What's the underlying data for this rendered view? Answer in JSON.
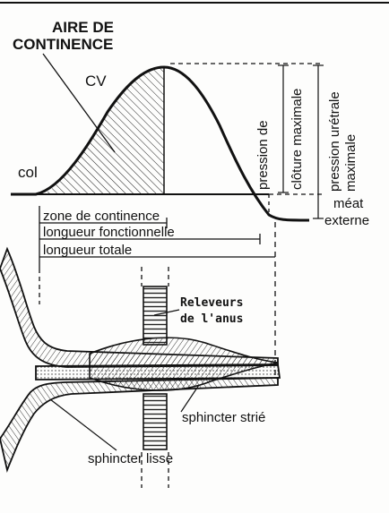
{
  "figure": {
    "title_lines": [
      "AIRE DE",
      "CONTINENCE"
    ],
    "cv_label": "CV",
    "col_label": "col",
    "pressure_closure_lines": [
      "pression de",
      "clôture maximale"
    ],
    "pressure_urethral_lines": [
      "pression urétrale",
      "maximale"
    ],
    "meatus_lines": [
      "méat",
      "externe"
    ],
    "zone_continence": "zone de continence",
    "functional_length": "longueur fonctionnelle",
    "total_length": "longueur totale",
    "levator_lines": [
      "Releveurs",
      "de l'anus"
    ],
    "striated_sphincter": "sphincter strié",
    "smooth_sphincter": "sphincter lisse"
  }
}
